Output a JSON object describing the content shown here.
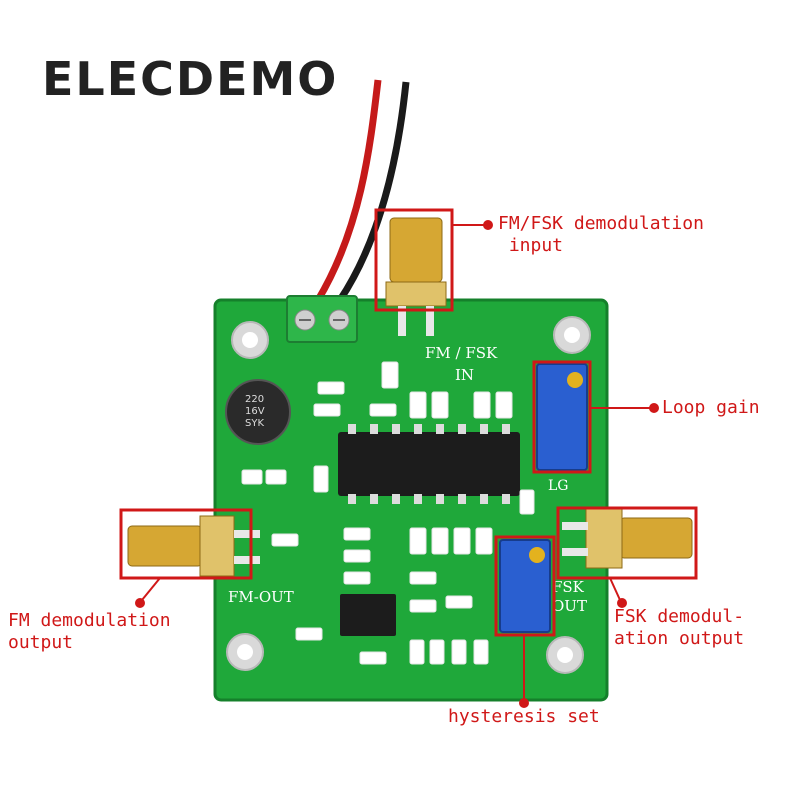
{
  "brand": "ELECDEMO",
  "board_text": {
    "title": "FM / FSK",
    "in": "IN",
    "fm_out": "FM-OUT",
    "fsk_out_1": "FSK",
    "fsk_out_2": "OUT",
    "lg": "LG",
    "cap_1": "220",
    "cap_2": "16V",
    "cap_3": "SYK"
  },
  "labels": {
    "fm_fsk_input": "FM/FSK demodulation\n input",
    "loop_gain": "Loop gain",
    "fm_output": "FM demodulation\noutput",
    "fsk_output": "FSK demodul-\nation output",
    "hysteresis": "hysteresis set"
  },
  "colors": {
    "pcb": "#1fa83a",
    "callout": "#d01818"
  }
}
